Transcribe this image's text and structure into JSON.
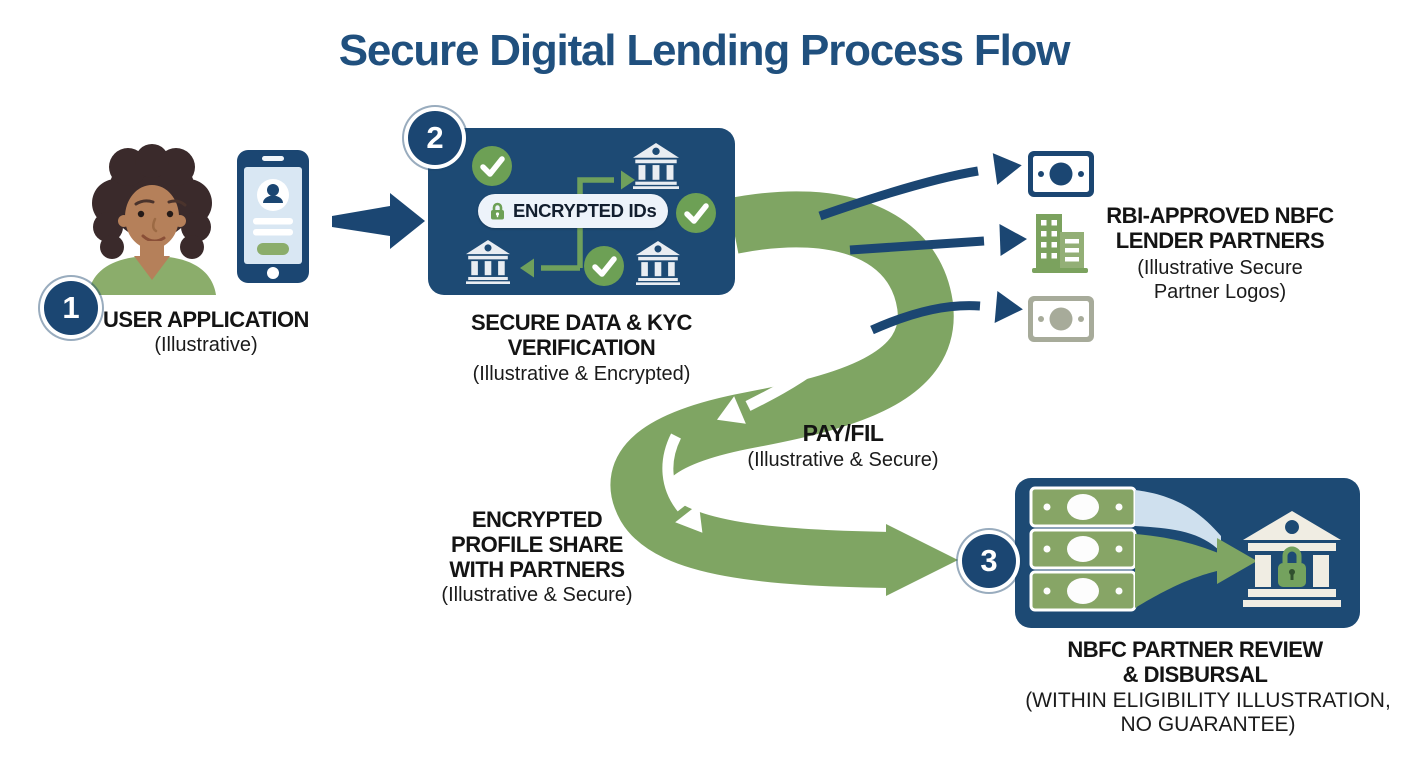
{
  "title": "Secure Digital Lending Process Flow",
  "steps": {
    "one": {
      "number": "1",
      "label": "USER APPLICATION",
      "sub": "(Illustrative)"
    },
    "two": {
      "number": "2",
      "label": "SECURE DATA & KYC\nVERIFICATION",
      "sub": "(Illustrative & Encrypted)",
      "pill_label": "ENCRYPTED IDs"
    },
    "three": {
      "number": "3",
      "label": "NBFC PARTNER REVIEW\n& DISBURSAL",
      "sub": "(WITHIN ELIGIBILITY ILLUSTRATION,\nNO GUARANTEE)"
    }
  },
  "partners": {
    "label": "RBI-APPROVED NBFC\nLENDER PARTNERS",
    "sub": "(Illustrative Secure\nPartner Logos)"
  },
  "flow_labels": {
    "payfil": {
      "label": "PAY/FIL",
      "sub": "(Illustrative & Secure)"
    },
    "profile_share": {
      "label": "ENCRYPTED\nPROFILE SHARE\nWITH PARTNERS",
      "sub": "(Illustrative & Secure)"
    }
  },
  "colors": {
    "navy": "#1b4672",
    "box_navy": "#1d4a74",
    "green": "#7fa563",
    "check_green": "#6da055",
    "sage": "#a7ab9a",
    "title_blue": "#20507e",
    "screen_blue": "#d9e7f3",
    "light_flow_blue": "#cfe0ee",
    "cream": "#f0ede3"
  },
  "icons": {
    "user_avatar": "person with curly hair in green shirt",
    "phone": "smartphone with profile form",
    "bank": "classical bank building",
    "check": "green circle checkmark",
    "lock": "green padlock",
    "banknote": "money bill",
    "buildings": "office buildings"
  }
}
